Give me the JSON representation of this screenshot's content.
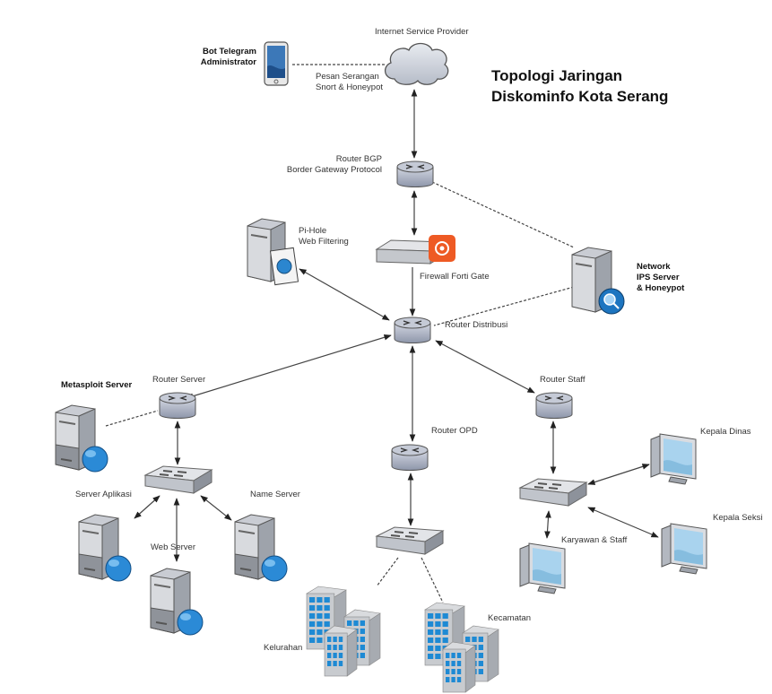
{
  "diagram": {
    "title_line1": "Topologi Jaringan",
    "title_line2": "Diskominfo Kota Serang",
    "nodes": {
      "isp": {
        "label": "Internet Service Provider",
        "icon": "cloud-icon"
      },
      "bot": {
        "label_line1": "Bot Telegram",
        "label_line2": "Administrator",
        "icon": "tablet-icon"
      },
      "alert_link": {
        "label_line1": "Pesan Serangan",
        "label_line2": "Snort & Honeypot"
      },
      "router_bgp": {
        "label_line1": "Router BGP",
        "label_line2": "Border Gateway Protocol",
        "icon": "router-icon"
      },
      "pihole": {
        "label_line1": "Pi-Hole",
        "label_line2": "Web Filtering",
        "icon": "server-filter-icon"
      },
      "firewall": {
        "label": "Firewall Forti Gate",
        "icon": "firewall-icon"
      },
      "ips": {
        "label_line1": "Network",
        "label_line2": "IPS Server",
        "label_line3": "& Honeypot",
        "icon": "server-search-icon"
      },
      "router_distribusi": {
        "label": "Router Distribusi",
        "icon": "router-icon"
      },
      "metasploit": {
        "label": "Metasploit Server",
        "icon": "server-globe-icon"
      },
      "router_server": {
        "label": "Router Server",
        "icon": "router-icon"
      },
      "router_opd": {
        "label": "Router OPD",
        "icon": "router-icon"
      },
      "router_staff": {
        "label": "Router Staff",
        "icon": "router-icon"
      },
      "server_aplikasi": {
        "label": "Server Aplikasi",
        "icon": "server-globe-icon"
      },
      "web_server": {
        "label": "Web Server",
        "icon": "server-globe-icon"
      },
      "name_server": {
        "label": "Name Server",
        "icon": "server-globe-icon"
      },
      "kelurahan": {
        "label": "Kelurahan",
        "icon": "buildings-icon"
      },
      "kecamatan": {
        "label": "Kecamatan",
        "icon": "buildings-icon"
      },
      "kepala_dinas": {
        "label": "Kepala Dinas",
        "icon": "workstation-icon"
      },
      "karyawan": {
        "label": "Karyawan & Staff",
        "icon": "workstation-icon"
      },
      "kepala_seksi": {
        "label": "Kepala Seksi",
        "icon": "workstation-icon"
      }
    },
    "connections": [
      {
        "from": "bot",
        "to": "isp",
        "style": "dashed"
      },
      {
        "from": "isp",
        "to": "router_bgp",
        "style": "solid-bidirectional"
      },
      {
        "from": "router_bgp",
        "to": "firewall",
        "style": "solid-bidirectional"
      },
      {
        "from": "router_bgp",
        "to": "ips",
        "style": "dashed"
      },
      {
        "from": "firewall",
        "to": "router_distribusi",
        "style": "solid-arrow"
      },
      {
        "from": "pihole",
        "to": "router_distribusi",
        "style": "solid-bidirectional"
      },
      {
        "from": "ips",
        "to": "router_distribusi",
        "style": "dashed"
      },
      {
        "from": "router_distribusi",
        "to": "router_server",
        "style": "solid-bidirectional"
      },
      {
        "from": "router_distribusi",
        "to": "router_opd",
        "style": "solid-bidirectional"
      },
      {
        "from": "router_distribusi",
        "to": "router_staff",
        "style": "solid-bidirectional"
      },
      {
        "from": "metasploit",
        "to": "router_server",
        "style": "dashed"
      },
      {
        "from": "router_server",
        "to": "switch_server",
        "style": "solid-bidirectional"
      },
      {
        "from": "switch_server",
        "to": "server_aplikasi",
        "style": "solid-bidirectional"
      },
      {
        "from": "switch_server",
        "to": "web_server",
        "style": "solid-bidirectional"
      },
      {
        "from": "switch_server",
        "to": "name_server",
        "style": "solid-bidirectional"
      },
      {
        "from": "router_opd",
        "to": "switch_opd",
        "style": "solid-bidirectional"
      },
      {
        "from": "switch_opd",
        "to": "kelurahan",
        "style": "dashed"
      },
      {
        "from": "switch_opd",
        "to": "kecamatan",
        "style": "dashed"
      },
      {
        "from": "router_staff",
        "to": "switch_staff",
        "style": "solid-bidirectional"
      },
      {
        "from": "switch_staff",
        "to": "kepala_dinas",
        "style": "solid-bidirectional"
      },
      {
        "from": "switch_staff",
        "to": "karyawan",
        "style": "solid-bidirectional"
      },
      {
        "from": "switch_staff",
        "to": "kepala_seksi",
        "style": "solid-bidirectional"
      }
    ]
  }
}
